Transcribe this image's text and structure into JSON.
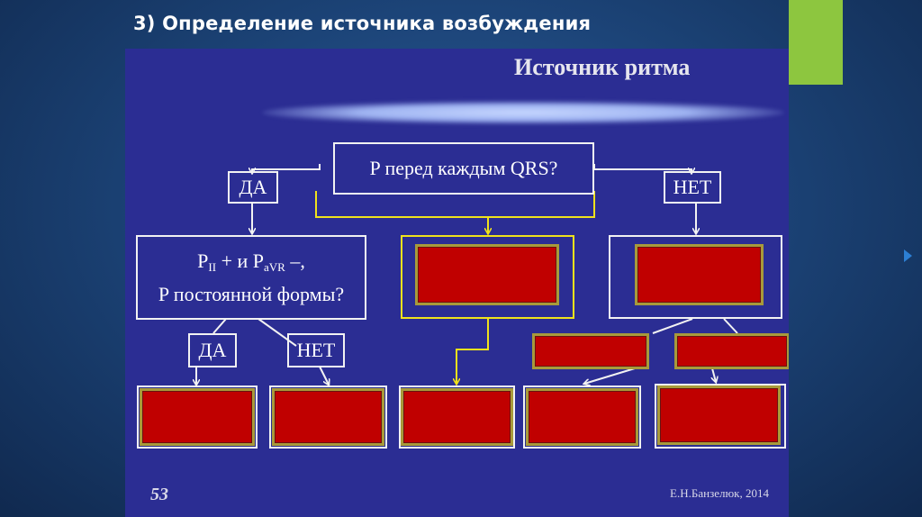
{
  "slide": {
    "title": "3) Определение источника возбуждения",
    "accent_color": "#8dc63f"
  },
  "panel": {
    "heading": "Источник ритма",
    "background": "#2b2d93",
    "slide_number": "53",
    "author": "Е.Н.Банзелюк, 2014"
  },
  "diagram": {
    "root_question": "P перед каждым QRS?",
    "yes_label": "ДА",
    "no_label": "НЕТ",
    "second_question": {
      "line1_p": "P",
      "line1_sub1": "II",
      "line1_mid": " + и P",
      "line1_sub2": "aVR",
      "line1_end": " –,",
      "line2": "P постоянной формы?"
    },
    "sub_yes_label": "ДА",
    "sub_no_label": "НЕТ",
    "filled_box_color": "#c00000"
  }
}
